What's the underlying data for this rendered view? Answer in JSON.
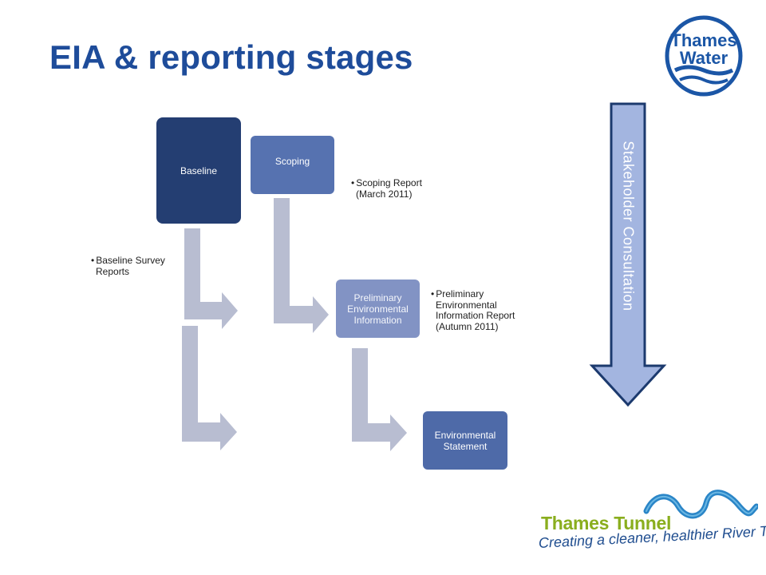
{
  "slide": {
    "title": "EIA & reporting stages"
  },
  "logos": {
    "thames_water_line1": "Thames",
    "thames_water_line2": "Water",
    "thames_tunnel_name": "Thames Tunnel",
    "thames_tunnel_slogan": "Creating a cleaner, healthier River Thames"
  },
  "stages": {
    "baseline": "Baseline",
    "scoping": "Scoping",
    "preliminary": "Preliminary Environmental Information",
    "environmental_statement": "Environmental Statement"
  },
  "notes": {
    "baseline": "Baseline Survey\nReports",
    "scoping": "Scoping Report\n(March 2011)",
    "preliminary": "Preliminary\nEnvironmental\nInformation Report\n(Autumn  2011)"
  },
  "stakeholder": {
    "label": "Stakeholder Consultation"
  },
  "colors": {
    "title": "#1e4c9a",
    "baseline_box": "#243e72",
    "scoping_box": "#5672b0",
    "preliminary_box": "#8293c4",
    "es_box": "#4e6aa8",
    "connector_arrow": "#b8bdd1",
    "stakeholder_arrow": "#a3b5e0",
    "stakeholder_border": "#1c3a6e",
    "tunnel_green": "#8aae1e",
    "tunnel_blue": "#1f4d8f"
  }
}
